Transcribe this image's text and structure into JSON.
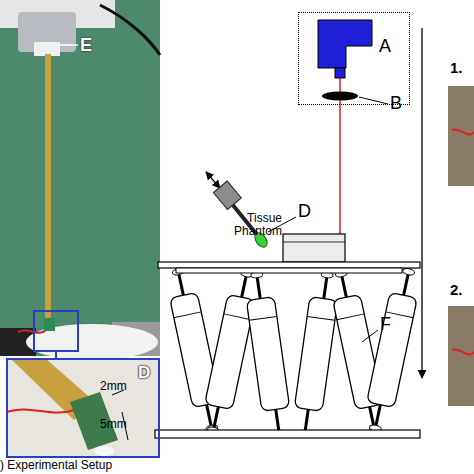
{
  "diagram": {
    "caption": ") Experimental Setup",
    "nodes": [
      {
        "text": [
          "A"
        ]
      },
      {
        "text": [
          "D",
          "2mm",
          "5mm"
        ]
      }
    ],
    "labels": [
      "E",
      "B",
      "Tissue Phantom",
      "D",
      "F",
      "1.",
      "2."
    ]
  }
}
